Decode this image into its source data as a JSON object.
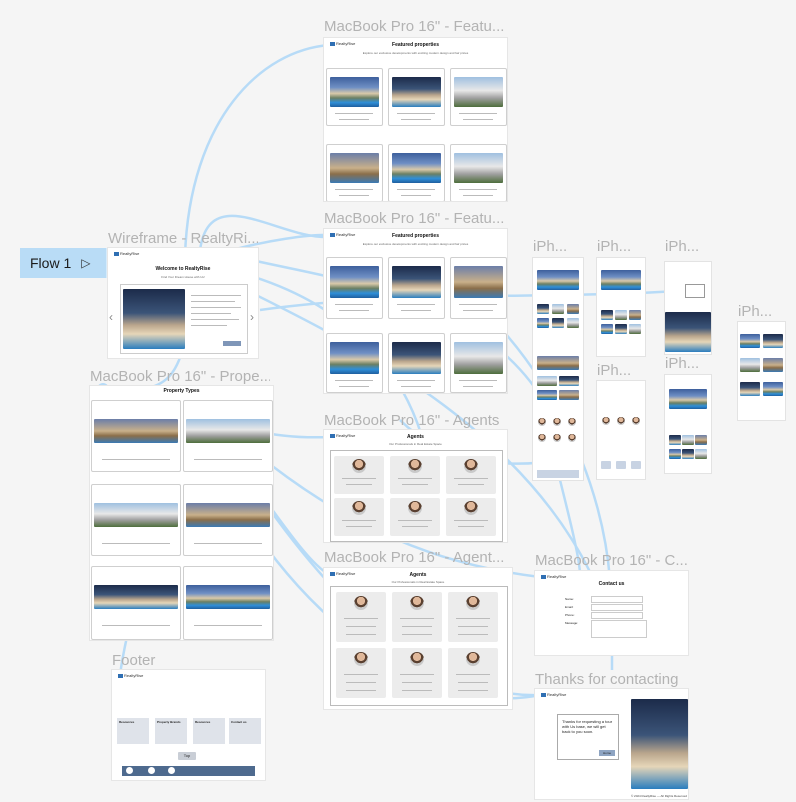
{
  "flow": {
    "label": "Flow 1"
  },
  "frames": {
    "featured1": {
      "title": "MacBook Pro 16\" - Featu...",
      "heading": "Featured properties",
      "sub": "Explore our exclusive developments with exciting modern design and fair prices",
      "logo": "RealtyRise"
    },
    "featured2": {
      "title": "MacBook Pro 16\" - Featu...",
      "heading": "Featured properties",
      "sub": "Explore our exclusive developments with exciting modern design and fair prices",
      "logo": "RealtyRise"
    },
    "wireframe": {
      "title": "Wireframe - RealtyRi...",
      "logo": "RealtyRise",
      "heading": "Welcome to RealtyRise",
      "sub": "Find Your Dream House with Us!"
    },
    "properties": {
      "title": "MacBook Pro 16\" - Prope...",
      "heading": "Property Types"
    },
    "agents1": {
      "title": "MacBook Pro 16\" - Agents",
      "logo": "RealtyRise",
      "heading": "Agents",
      "sub": "Our Professionals in Real Estate Space"
    },
    "agents2": {
      "title": "MacBook Pro 16\" - Agent...",
      "logo": "RealtyRise",
      "heading": "Agents",
      "sub": "Our Professionals in Real Estate Space"
    },
    "contact": {
      "title": "MacBook Pro 16\" - C...",
      "logo": "RealtyRise",
      "heading": "Contact us",
      "fields": [
        "Name:",
        "Email:",
        "Phone:",
        "Message:"
      ]
    },
    "footer": {
      "title": "Footer",
      "logo": "RealtyRise",
      "cols": [
        "Resources",
        "Property Brands",
        "Resources",
        "Contact us"
      ],
      "top_button": "Top"
    },
    "thanks": {
      "title": "Thanks for contacting",
      "logo": "RealtyRise",
      "message": "Thanks for requesting a tour with Us base, we will get back to you soon.",
      "button": "Home",
      "copyright": "© 2024 RealtyRise — All Rights Reserved"
    },
    "iph1": {
      "title": "iPh..."
    },
    "iph2": {
      "title": "iPh..."
    },
    "iph3": {
      "title": "iPh..."
    },
    "iph4": {
      "title": "iPh..."
    },
    "iph5": {
      "title": "iPh..."
    },
    "iph6": {
      "title": "iPh..."
    }
  },
  "colors": {
    "connector": "#b7dbf7",
    "flow_bg": "#b9dcf6",
    "brand": "#2f6fb3",
    "canvas": "#f5f5f5"
  }
}
